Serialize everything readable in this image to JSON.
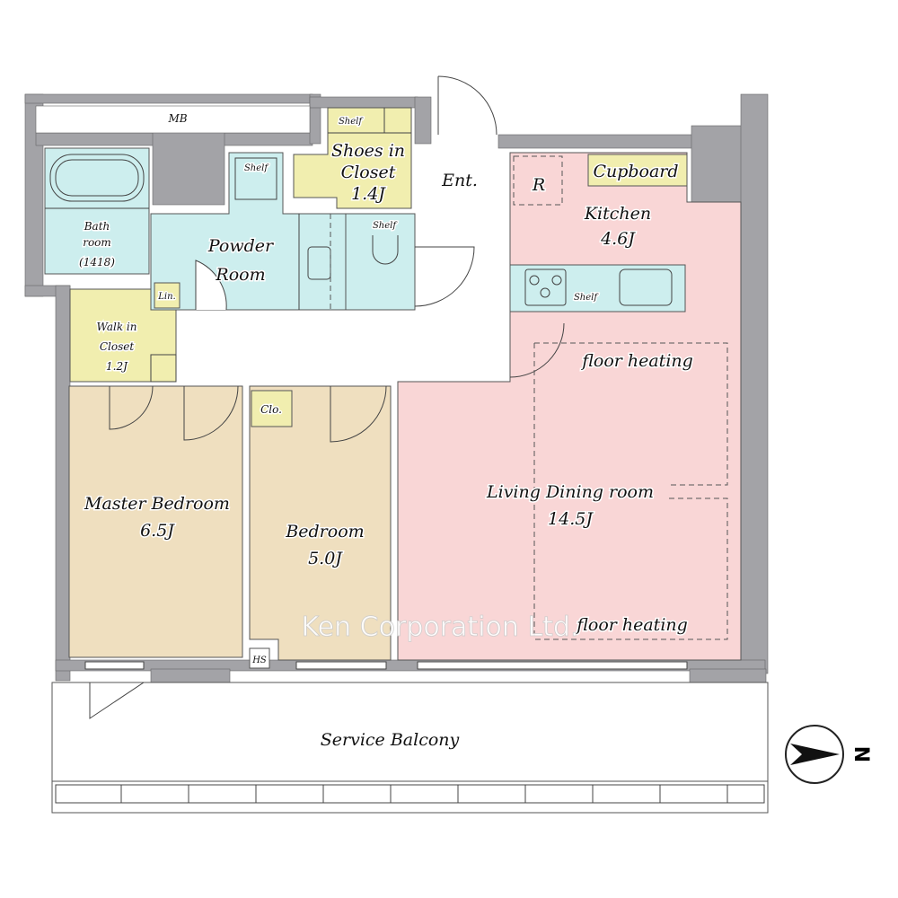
{
  "colors": {
    "wall": "#a3a3a7",
    "wet_area": "#cdeeee",
    "storage": "#f1eeaf",
    "bedroom": "#efdfbf",
    "living": "#f9d6d6"
  },
  "rooms": {
    "mb": "MB",
    "bath": [
      "Bath",
      "room",
      "(1418)"
    ],
    "powder": [
      "Powder",
      "Room"
    ],
    "shoes": [
      "Shoes in",
      "Closet",
      "1.4J"
    ],
    "shelf": "Shelf",
    "entrance": "Ent.",
    "refrigerator": "R",
    "cupboard": "Cupboard",
    "kitchen": [
      "Kitchen",
      "4.6J"
    ],
    "linen": "Lin.",
    "walkin": [
      "Walk in",
      "Closet",
      "1.2J"
    ],
    "closet": "Clo.",
    "master": [
      "Master Bedroom",
      "6.5J"
    ],
    "bedroom": [
      "Bedroom",
      "5.0J"
    ],
    "living": [
      "Living Dining room",
      "14.5J"
    ],
    "floor_heating": "floor heating",
    "hs": "HS",
    "balcony": "Service Balcony"
  },
  "watermark": "Ken Corporation Ltd.",
  "compass": {
    "label": "N",
    "icon": "north-arrow-icon"
  }
}
